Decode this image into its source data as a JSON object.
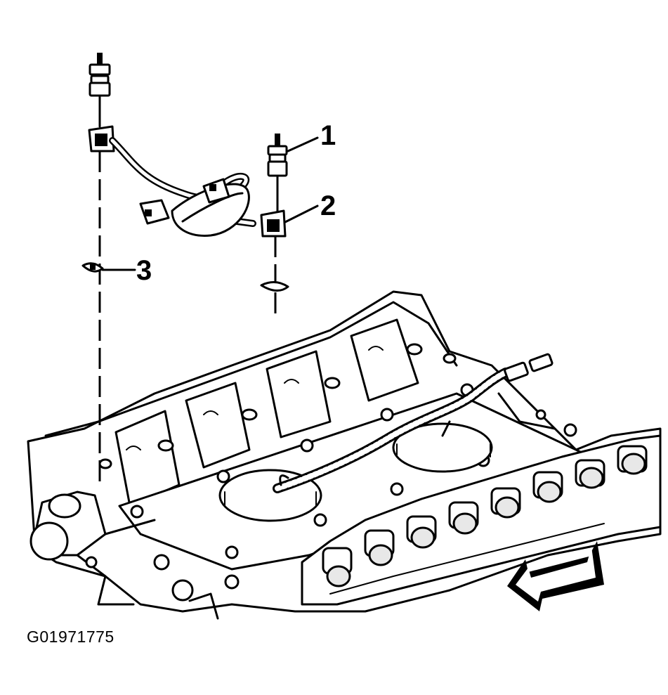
{
  "figure": {
    "callouts": [
      {
        "number": "1"
      },
      {
        "number": "2"
      },
      {
        "number": "3"
      }
    ],
    "figure_code": "G01971775",
    "icons": [
      "stud-icon",
      "clip-icon",
      "bolt-icon",
      "direction-arrow-icon"
    ]
  }
}
